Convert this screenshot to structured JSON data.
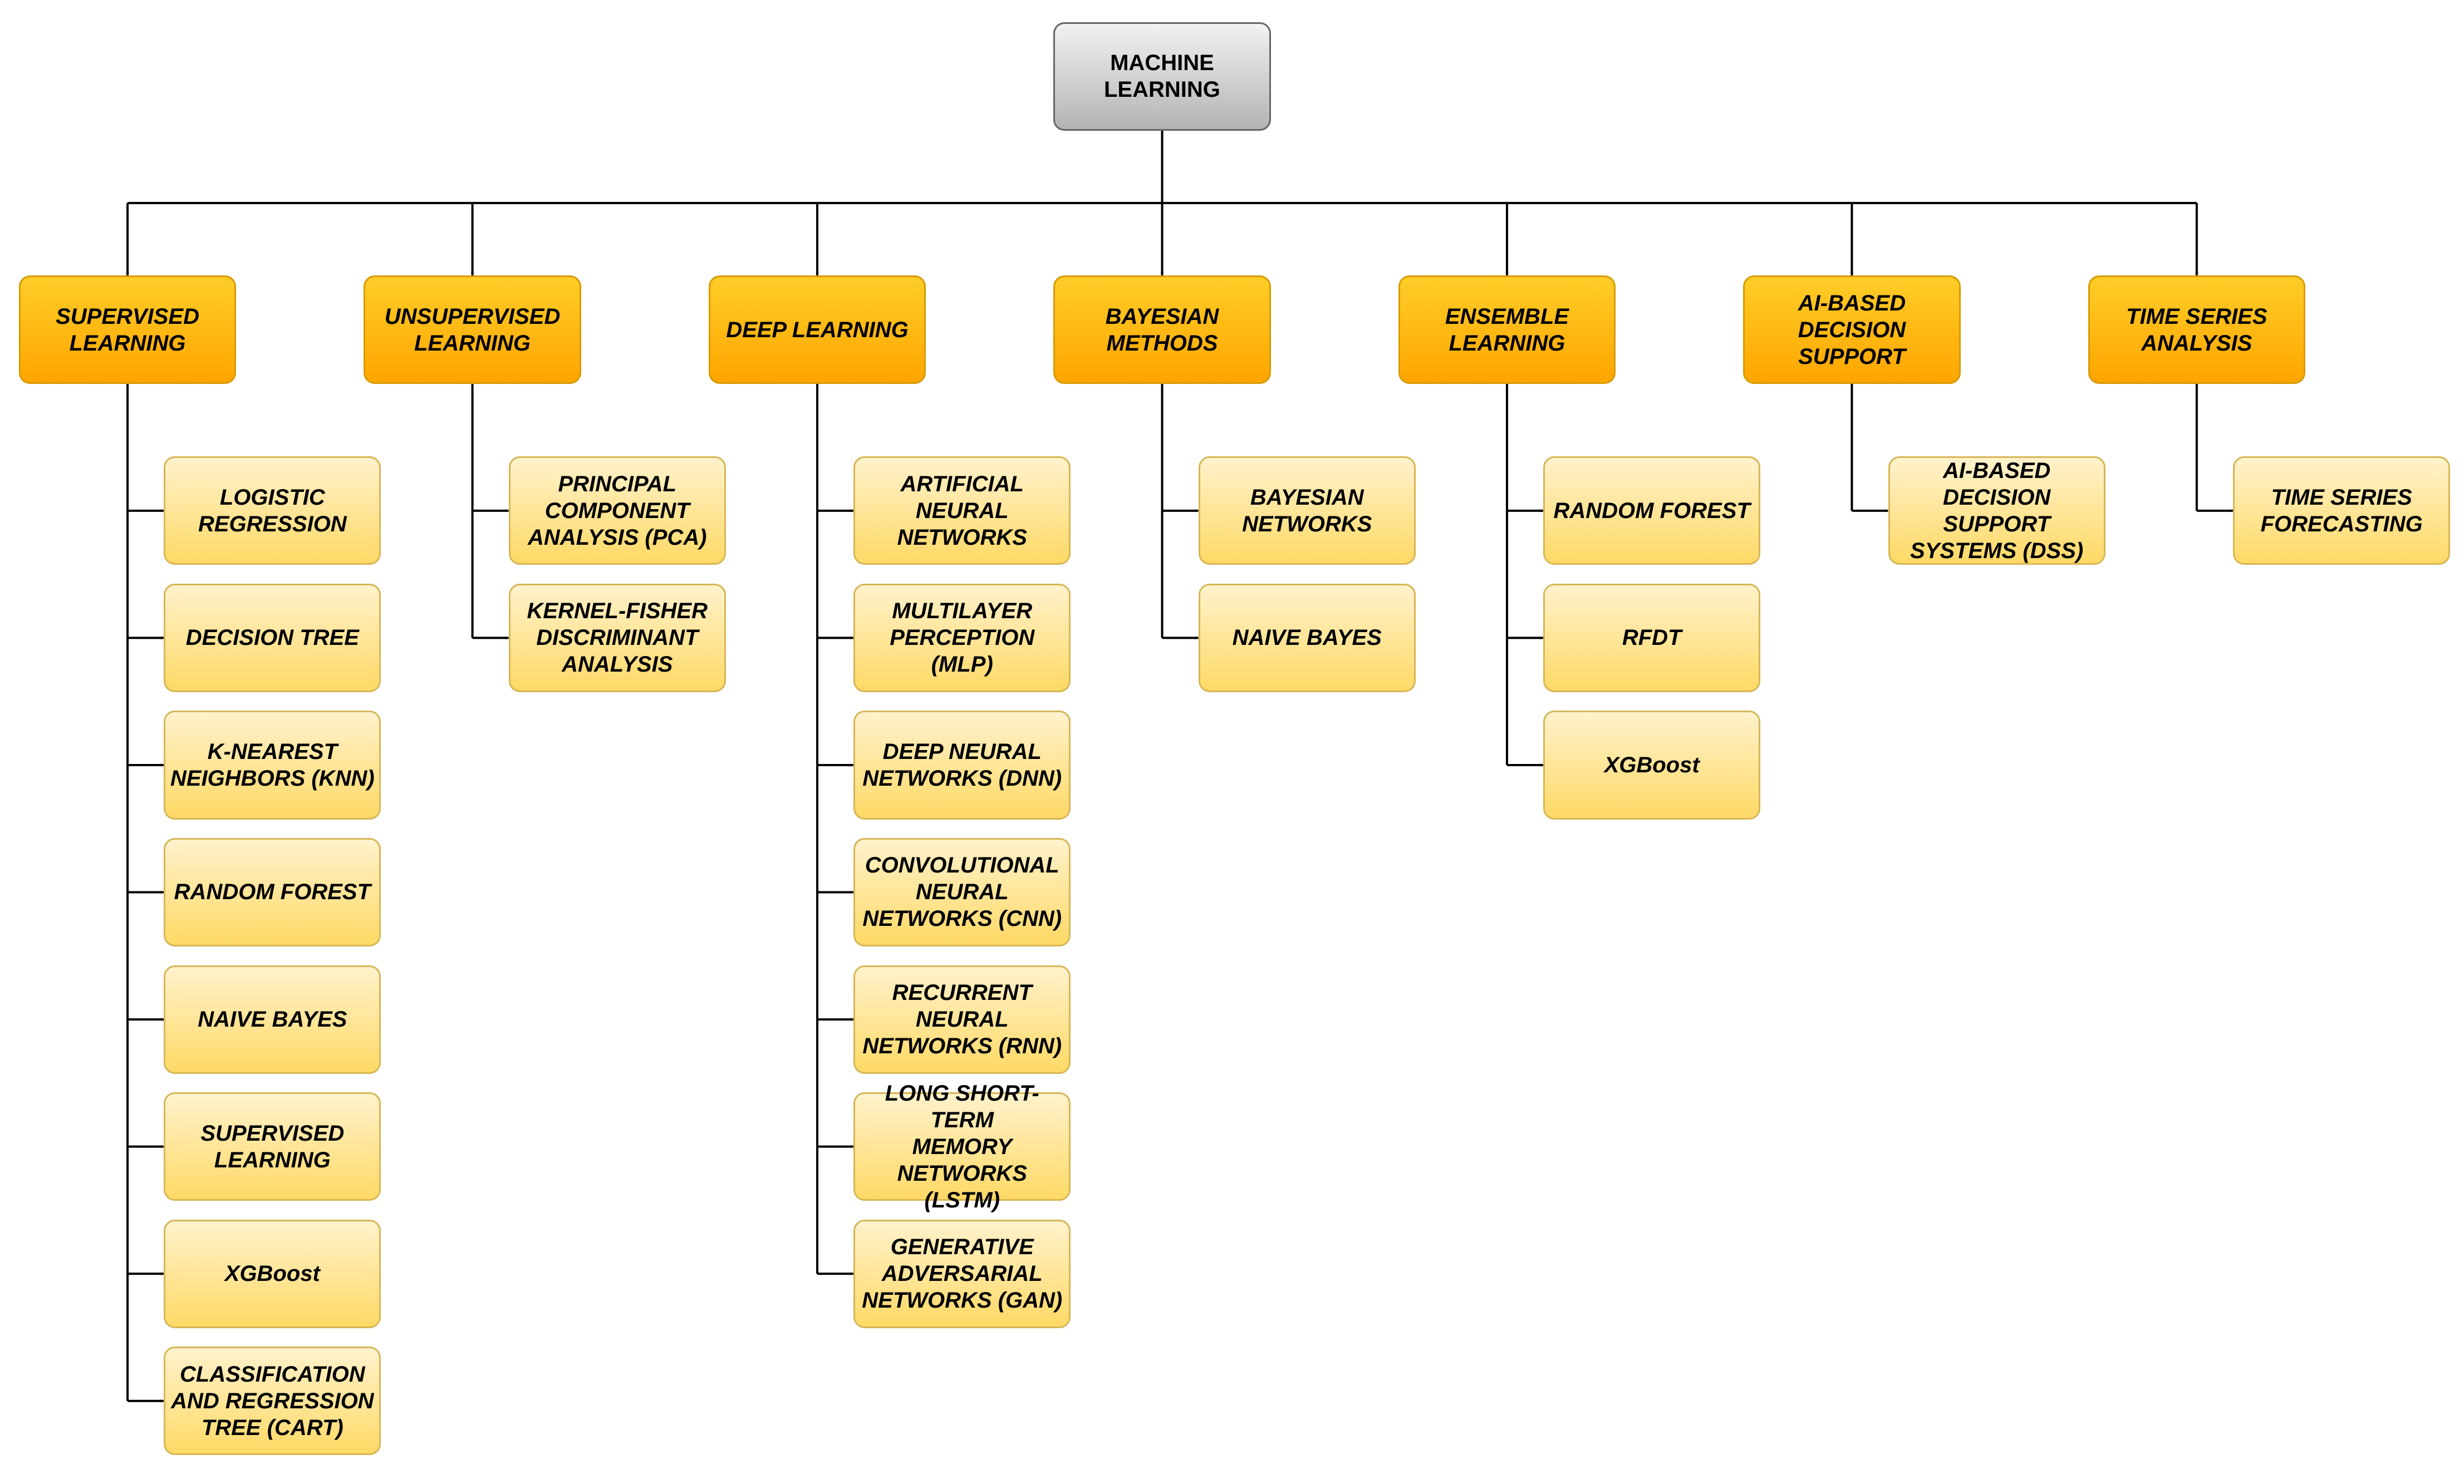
{
  "diagram": {
    "root": {
      "label": "MACHINE\nLEARNING"
    },
    "categories": [
      {
        "label": "SUPERVISED\nLEARNING",
        "children": [
          "LOGISTIC\nREGRESSION",
          "DECISION TREE",
          "K-NEAREST\nNEIGHBORS (KNN)",
          "RANDOM FOREST",
          "NAIVE BAYES",
          "SUPERVISED\nLEARNING",
          "XGBoost",
          "CLASSIFICATION\nAND REGRESSION\nTREE (CART)"
        ]
      },
      {
        "label": "UNSUPERVISED\nLEARNING",
        "children": [
          "PRINCIPAL\nCOMPONENT\nANALYSIS (PCA)",
          "KERNEL-FISHER\nDISCRIMINANT\nANALYSIS"
        ]
      },
      {
        "label": "DEEP LEARNING",
        "children": [
          "ARTIFICIAL\nNEURAL\nNETWORKS",
          "MULTILAYER\nPERCEPTION (MLP)",
          "DEEP NEURAL\nNETWORKS (DNN)",
          "CONVOLUTIONAL\nNEURAL\nNETWORKS (CNN)",
          "RECURRENT\nNEURAL\nNETWORKS (RNN)",
          "LONG SHORT-TERM\nMEMORY\nNETWORKS (LSTM)",
          "GENERATIVE\nADVERSARIAL\nNETWORKS (GAN)"
        ]
      },
      {
        "label": "BAYESIAN\nMETHODS",
        "children": [
          "BAYESIAN\nNETWORKS",
          "NAIVE BAYES"
        ]
      },
      {
        "label": "ENSEMBLE\nLEARNING",
        "children": [
          "RANDOM FOREST",
          "RFDT",
          "XGBoost"
        ]
      },
      {
        "label": "AI-BASED\nDECISION\nSUPPORT",
        "children": [
          "AI-BASED\nDECISION\nSUPPORT\nSYSTEMS (DSS)"
        ]
      },
      {
        "label": "TIME SERIES\nANALYSIS",
        "children": [
          "TIME SERIES\nFORECASTING"
        ]
      }
    ]
  },
  "colors": {
    "line": "#000000",
    "root_fill_top": "#f2f2f2",
    "root_fill_bottom": "#b3b3b3",
    "root_border": "#666666",
    "category_fill_top": "#ffcd28",
    "category_fill_bottom": "#ffa500",
    "category_border": "#d79b00",
    "leaf_fill_top": "#fff2cc",
    "leaf_fill_bottom": "#ffd966",
    "leaf_border": "#d6b656"
  }
}
